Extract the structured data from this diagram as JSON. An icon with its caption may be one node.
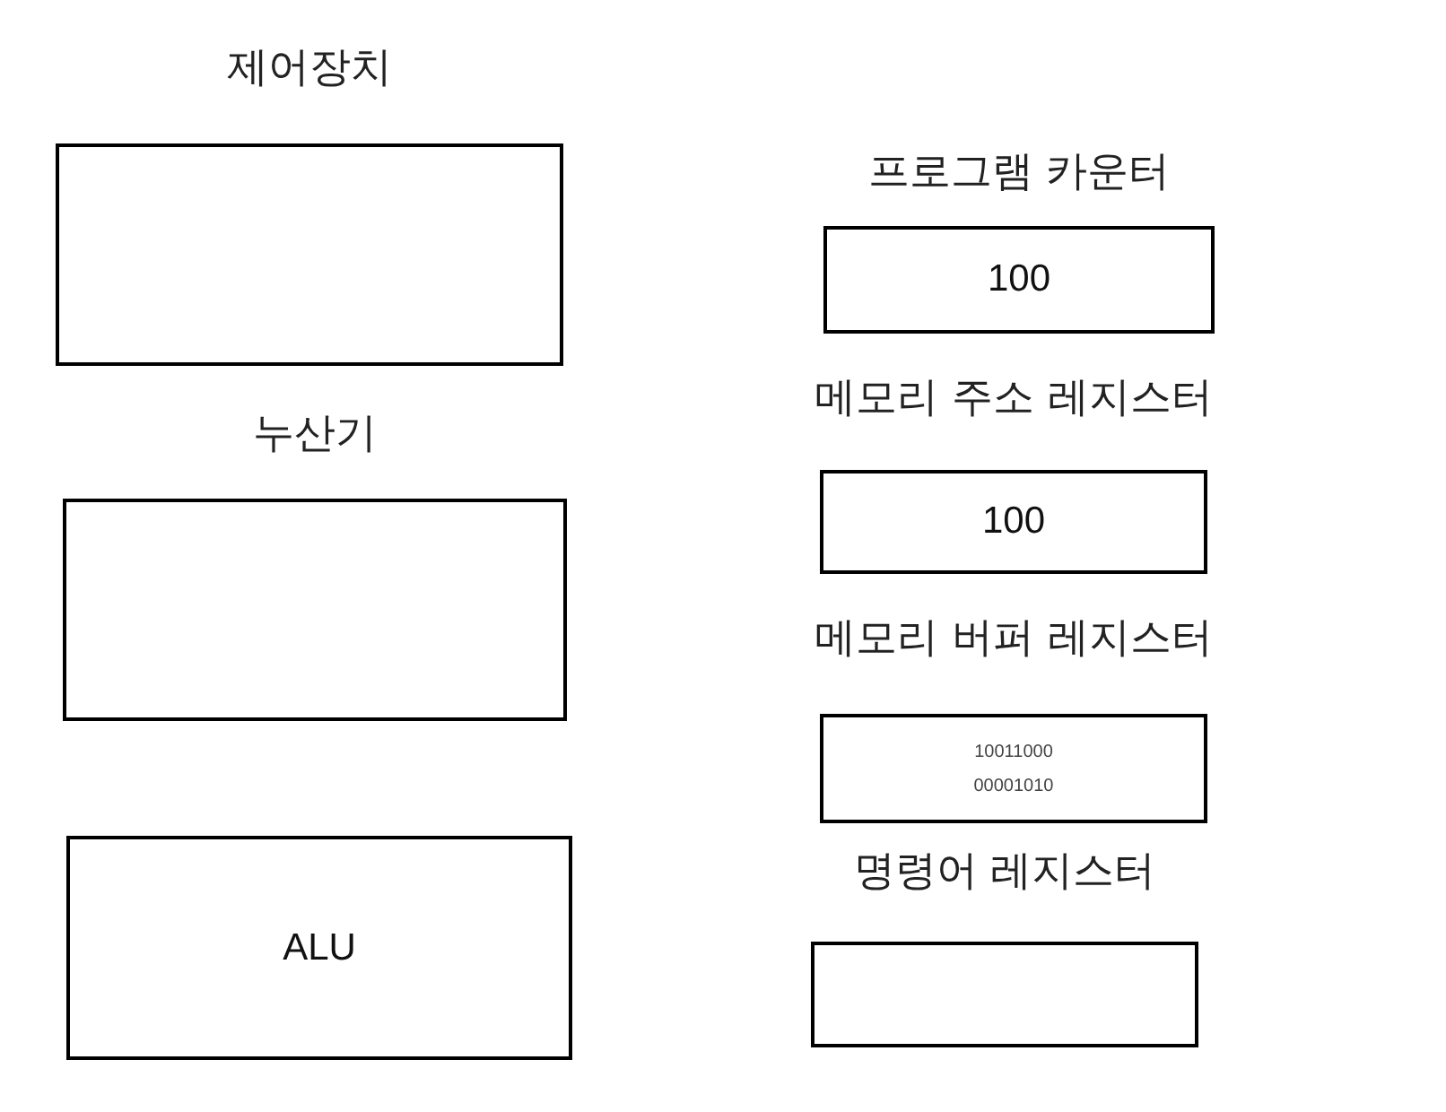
{
  "diagram": {
    "nodes": [
      {
        "text": [
          "제어장치"
        ]
      },
      {
        "text": [
          "누산기"
        ]
      },
      {
        "text": [
          "ALU"
        ]
      },
      {
        "text": [
          "프로그램 카운터",
          "100"
        ]
      },
      {
        "text": [
          "메모리 주소 레지스터",
          "100"
        ]
      },
      {
        "text": [
          "메모리 버퍼 레지스터",
          "10011000",
          "00001010"
        ]
      },
      {
        "text": [
          "명령어 레지스터"
        ]
      }
    ]
  }
}
